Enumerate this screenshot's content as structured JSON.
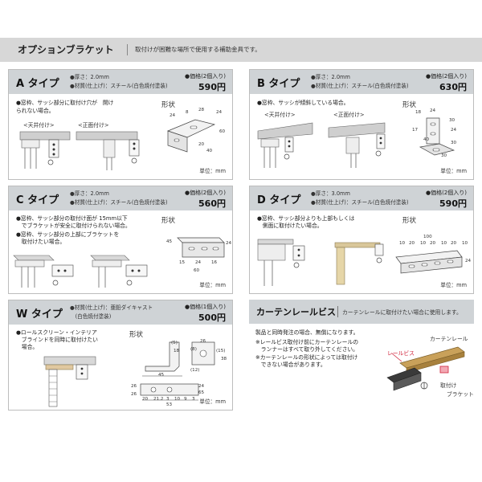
{
  "header": {
    "title": "オプションブラケット",
    "subtitle": "取付けが困難な場所で使用する補助金具です。"
  },
  "cards": {
    "a": {
      "name": "A タイプ",
      "spec1": "●厚さ：2.0mm",
      "spec2": "●材質(仕上げ)：スチール(白色焼付塗装)",
      "price_label": "●価格(2個入り)",
      "price": "590円",
      "note": "●窓枠、サッシ部分に取付け穴が　開けられない場合。",
      "sub1": "<天井付け>",
      "sub2": "<正面付け>",
      "shape": "形状",
      "dims": [
        "24",
        "8",
        "28",
        "24",
        "60",
        "20",
        "40"
      ],
      "unit": "単位：mm"
    },
    "b": {
      "name": "B タイプ",
      "spec1": "●厚さ：2.0mm",
      "spec2": "●材質(仕上げ)：スチール(白色焼付塗装)",
      "price_label": "●価格(2個入り)",
      "price": "630円",
      "note": "●窓枠、サッシが傾斜している場合。",
      "sub1": "<天井付け>",
      "sub2": "<正面付け>",
      "shape": "形状",
      "dims": [
        "18",
        "24",
        "30",
        "17",
        "40",
        "24",
        "30",
        "30"
      ],
      "unit": "単位：mm"
    },
    "c": {
      "name": "C タイプ",
      "spec1": "●厚さ：2.0mm",
      "spec2": "●材質(仕上げ)：スチール(白色焼付塗装)",
      "price_label": "●価格(2個入り)",
      "price": "560円",
      "note1": "●窓枠、サッシ部分の取付け面が 15mm以下",
      "note2": "　でブラケットが安全に取付けられない場合。",
      "note3": "●窓枠、サッシ部分の上部にブラケットを",
      "note4": "　取付けたい場合。",
      "shape": "形状",
      "dims": [
        "45",
        "24",
        "15",
        "24",
        "16",
        "60"
      ],
      "unit": "単位：mm"
    },
    "d": {
      "name": "D タイプ",
      "spec1": "●厚さ：3.0mm",
      "spec2": "●材質(仕上げ)：スチール(白色焼付塗装)",
      "price_label": "●価格(2個入り)",
      "price": "590円",
      "note1": "●窓枠、サッシ部分よりも上部もしくは",
      "note2": "　側面に取付けたい場合。",
      "shape": "形状",
      "dims": [
        "100",
        "10",
        "20",
        "10",
        "20",
        "10",
        "20",
        "10",
        "24"
      ],
      "unit": "単位：mm"
    },
    "w": {
      "name": "W タイプ",
      "spec1": "●材質(仕上げ)：亜鉛ダイキャスト",
      "spec2": "　(白色焼付塗装)",
      "price_label": "●価格(1個入り)",
      "price": "500円",
      "note1": "●ロールスクリーン・インテリア",
      "note2": "　ブラインドを同時に取付けたい",
      "note3": "　場合。",
      "shape": "形状",
      "dims": [
        "(5)",
        "18",
        "26",
        "(8)",
        "45",
        "(15)",
        "38",
        "(12)",
        "26",
        "24",
        "65",
        "26",
        "20",
        "21.2",
        "3",
        "10",
        "9",
        "3",
        "53"
      ],
      "unit": "単位：mm"
    }
  },
  "rail": {
    "title": "カーテンレールビス",
    "subtitle": "カーテンレールに取付けたい場合に使用します。",
    "line1": "製品と同時発注の場合、無償になります。",
    "line2": "※レールビス取付け前にカーテンレールの",
    "line3": "　ランナーはすべて取り外してください。",
    "line4": "※カーテンレールの形状によっては取付け",
    "line5": "　できない場合があります。",
    "label_rail": "カーテンレール",
    "label_screw": "レールビス",
    "label_bracket1": "取付け",
    "label_bracket2": "ブラケット"
  },
  "colors": {
    "header_bg": "#d7d7d7",
    "card_header_bg": "#cfd3d6",
    "accent_red": "#d0243b"
  }
}
